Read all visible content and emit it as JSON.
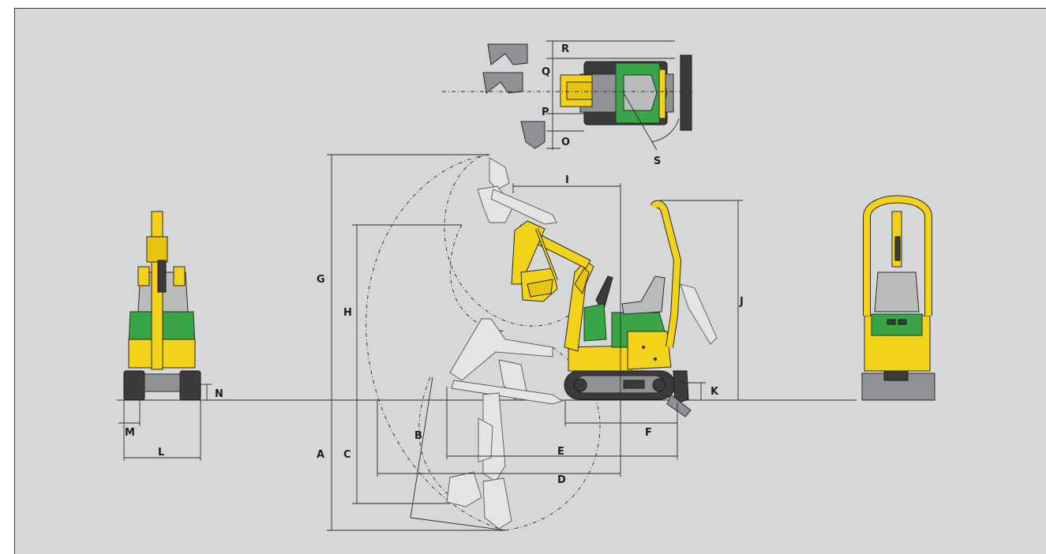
{
  "labels": {
    "A": "A",
    "B": "B",
    "C": "C",
    "D": "D",
    "E": "E",
    "F": "F",
    "G": "G",
    "H": "H",
    "I": "I",
    "J": "J",
    "K": "K",
    "L": "L",
    "M": "M",
    "N": "N",
    "O": "O",
    "P": "P",
    "Q": "Q",
    "R": "R",
    "S": "S"
  },
  "colors": {
    "background": "#d6d7d9",
    "machine_yellow": "#f3d21a",
    "machine_green": "#3aa547",
    "track_dark": "#3b3b3b",
    "line": "#2b2b2b"
  },
  "views": [
    "front-view",
    "side-view",
    "top-view",
    "rear-view"
  ]
}
